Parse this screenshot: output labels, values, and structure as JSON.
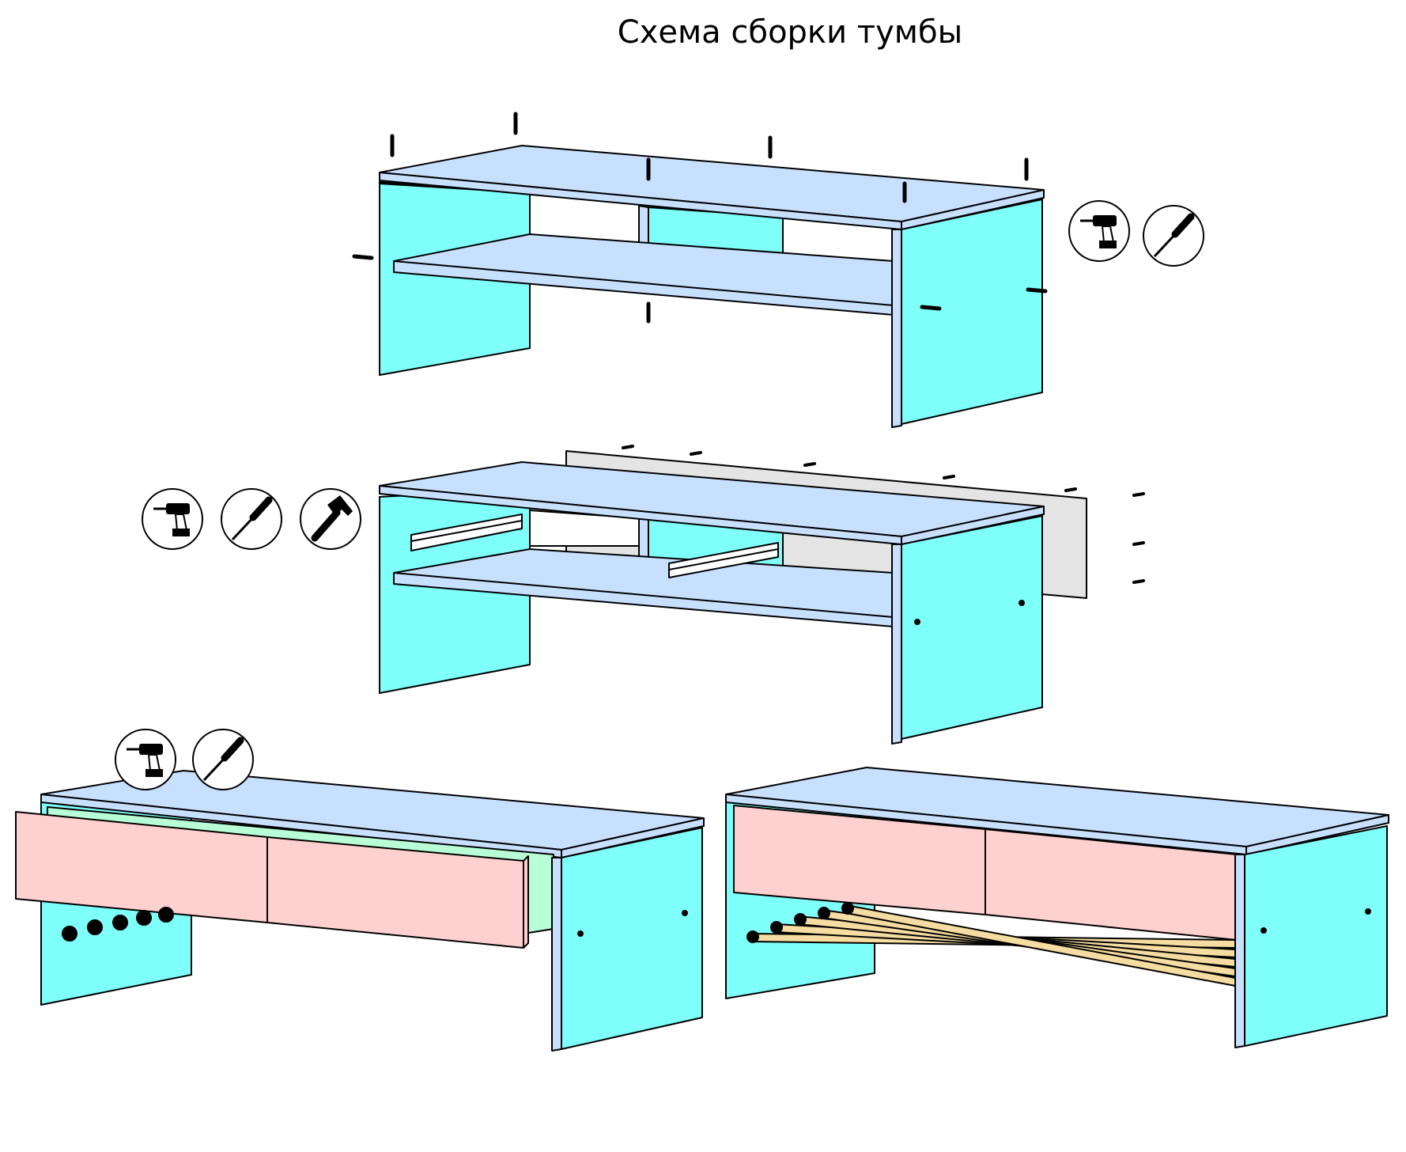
{
  "title": "Схема сборки тумбы",
  "colors": {
    "side_panel": "#7ffffa",
    "top_panel": "#c8e0ff",
    "back_panel": "#e4e4e4",
    "drawer_front": "#ffd0d0",
    "drawer_box": "#b8ffd8",
    "shoe_rail": "#f5dca0",
    "outline": "#000000"
  },
  "steps": [
    {
      "id": "step-1",
      "tools": [
        "drill-icon",
        "screwdriver-icon"
      ]
    },
    {
      "id": "step-2",
      "tools": [
        "drill-icon",
        "screwdriver-icon",
        "hammer-icon"
      ]
    },
    {
      "id": "step-3",
      "tools": [
        "drill-icon",
        "screwdriver-icon"
      ]
    },
    {
      "id": "step-4",
      "tools": []
    }
  ]
}
